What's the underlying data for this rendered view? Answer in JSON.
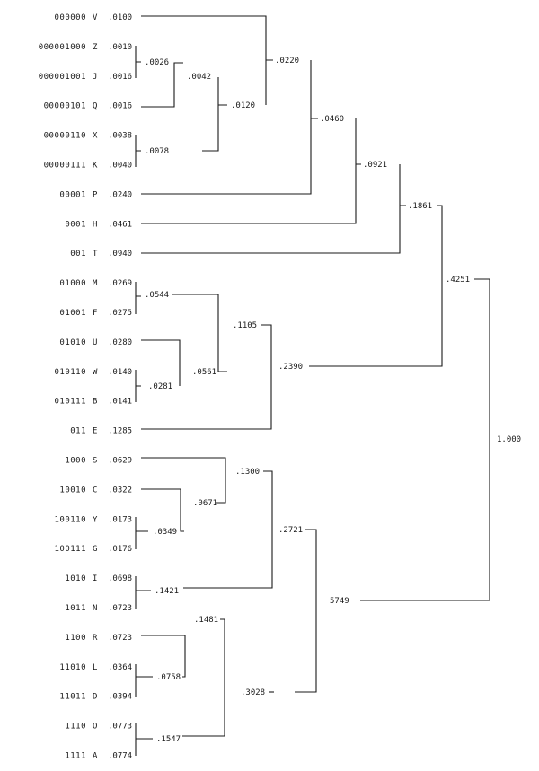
{
  "symbols": [
    {
      "code": "000000",
      "letter": "V",
      "prob": ".0100"
    },
    {
      "code": "000001000",
      "letter": "Z",
      "prob": ".0010"
    },
    {
      "code": "000001001",
      "letter": "J",
      "prob": ".0016"
    },
    {
      "code": "00000101",
      "letter": "Q",
      "prob": ".0016"
    },
    {
      "code": "00000110",
      "letter": "X",
      "prob": ".0038"
    },
    {
      "code": "00000111",
      "letter": "K",
      "prob": ".0040"
    },
    {
      "code": "00001",
      "letter": "P",
      "prob": ".0240"
    },
    {
      "code": "0001",
      "letter": "H",
      "prob": ".0461"
    },
    {
      "code": "001",
      "letter": "T",
      "prob": ".0940"
    },
    {
      "code": "01000",
      "letter": "M",
      "prob": ".0269"
    },
    {
      "code": "01001",
      "letter": "F",
      "prob": ".0275"
    },
    {
      "code": "01010",
      "letter": "U",
      "prob": ".0280"
    },
    {
      "code": "010110",
      "letter": "W",
      "prob": ".0140"
    },
    {
      "code": "010111",
      "letter": "B",
      "prob": ".0141"
    },
    {
      "code": "011",
      "letter": "E",
      "prob": ".1285"
    },
    {
      "code": "1000",
      "letter": "S",
      "prob": ".0629"
    },
    {
      "code": "10010",
      "letter": "C",
      "prob": ".0322"
    },
    {
      "code": "100110",
      "letter": "Y",
      "prob": ".0173"
    },
    {
      "code": "100111",
      "letter": "G",
      "prob": ".0176"
    },
    {
      "code": "1010",
      "letter": "I",
      "prob": ".0698"
    },
    {
      "code": "1011",
      "letter": "N",
      "prob": ".0723"
    },
    {
      "code": "1100",
      "letter": "R",
      "prob": ".0723"
    },
    {
      "code": "11010",
      "letter": "L",
      "prob": ".0364"
    },
    {
      "code": "11011",
      "letter": "D",
      "prob": ".0394"
    },
    {
      "code": "1110",
      "letter": "O",
      "prob": ".0773"
    },
    {
      "code": "1111",
      "letter": "A",
      "prob": ".0774"
    }
  ],
  "nodes": {
    "n_zj": ".0026",
    "n_zjq": ".0042",
    "n_xk": ".0078",
    "n_zjqxk": ".0120",
    "n_v_sub": ".0220",
    "n_p": ".0460",
    "n_h": ".0921",
    "n_t": ".1861",
    "n_mf": ".0544",
    "n_wb": ".0281",
    "n_uwb": ".0561",
    "n_mfuwb": ".1105",
    "n_e": ".2390",
    "n_left": ".4251",
    "n_yg": ".0349",
    "n_cyg": ".0671",
    "n_scyg": ".1300",
    "n_in": ".1421",
    "n_scygin": ".2721",
    "n_ld": ".0758",
    "n_rld": ".1481",
    "n_oa": ".1547",
    "n_rldoa": ".3028",
    "n_right": "5749",
    "n_root": "1.000"
  }
}
